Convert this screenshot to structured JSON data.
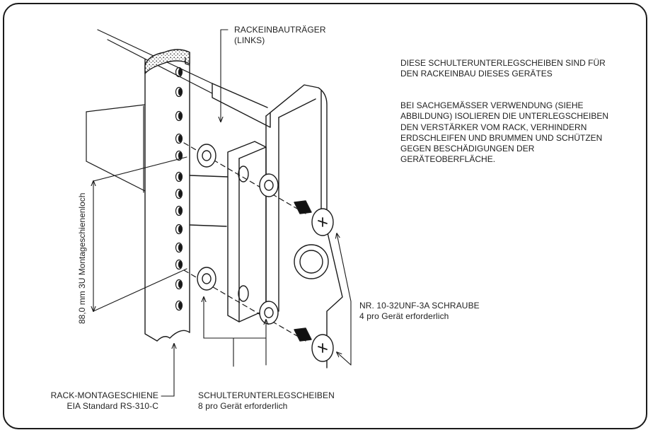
{
  "labels": {
    "bracket_line1": "RACKEINBAUTRÄGER",
    "bracket_line2": "(LINKS)",
    "note1": [
      "DIESE SCHULTERUNTERLEGSCHEIBEN SIND FÜR",
      "DEN RACKEINBAU DIESES GERÄTES"
    ],
    "note2": [
      "BEI SACHGEMÄSSER VERWENDUNG (SIEHE",
      "ABBILDUNG) ISOLIEREN DIE UNTERLEGSCHEIBEN",
      "DEN VERSTÄRKER VOM RACK, VERHINDERN",
      "ERDSCHLEIFEN UND BRUMMEN UND SCHÜTZEN",
      "GEGEN BESCHÄDIGUNGEN DER",
      "GERÄTEOBERFLÄCHE."
    ],
    "dimension": "88,0 mm 3U Montageschienenloch",
    "screw_line1": "NR. 10-32UNF-3A SCHRAUBE",
    "screw_line2": "4 pro Gerät erforderlich",
    "rail_line1": "RACK-MONTAGESCHIENE",
    "rail_line2": "EIA Standard RS-310-C",
    "washer_line1": "SCHULTERUNTERLEGSCHEIBEN",
    "washer_line2": "8 pro Gerät erforderlich"
  }
}
